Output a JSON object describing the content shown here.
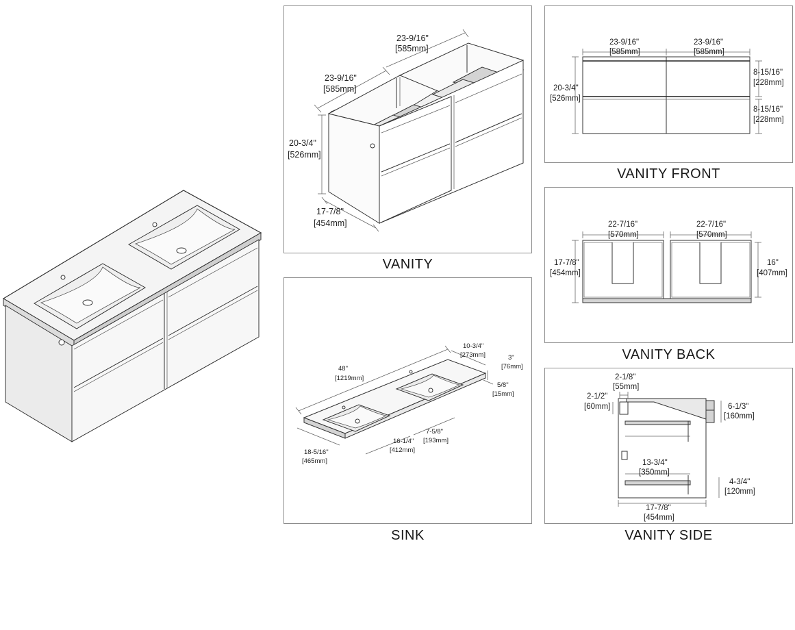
{
  "captions": {
    "vanity": "VANITY",
    "front": "VANITY FRONT",
    "back": "VANITY BACK",
    "sink": "SINK",
    "side": "VANITY SIDE"
  },
  "vanity": {
    "width_in": "23-9/16\"",
    "width_mm": "[585mm]",
    "width2_in": "23-9/16\"",
    "width2_mm": "[585mm]",
    "height_in": "20-3/4\"",
    "height_mm": "[526mm]",
    "depth_in": "17-7/8\"",
    "depth_mm": "[454mm]"
  },
  "front": {
    "w1_in": "23-9/16\"",
    "w1_mm": "[585mm]",
    "w2_in": "23-9/16\"",
    "w2_mm": "[585mm]",
    "h_in": "20-3/4\"",
    "h_mm": "[526mm]",
    "d1_in": "8-15/16\"",
    "d1_mm": "[228mm]",
    "d2_in": "8-15/16\"",
    "d2_mm": "[228mm]"
  },
  "back": {
    "w1_in": "22-7/16\"",
    "w1_mm": "[570mm]",
    "w2_in": "22-7/16\"",
    "w2_mm": "[570mm]",
    "h_in": "17-7/8\"",
    "h_mm": "[454mm]",
    "r_in": "16\"",
    "r_mm": "[407mm]"
  },
  "sink": {
    "len_in": "48\"",
    "len_mm": "[1219mm]",
    "basin_d_in": "10-3/4\"",
    "basin_d_mm": "[273mm]",
    "t_in": "3\"",
    "t_mm": "[76mm]",
    "edge_in": "5/8\"",
    "edge_mm": "[15mm]",
    "depth_in": "18-5/16\"",
    "depth_mm": "[465mm]",
    "basin_w_in": "16-1/4\"",
    "basin_w_mm": "[412mm]",
    "basin_off_in": "7-5/8\"",
    "basin_off_mm": "[193mm]"
  },
  "side": {
    "top_in": "2-1/8\"",
    "top_mm": "[55mm]",
    "left_in": "2-1/2\"",
    "left_mm": "[60mm]",
    "right_in": "6-1/3\"",
    "right_mm": "[160mm]",
    "mid_in": "13-3/4\"",
    "mid_mm": "[350mm]",
    "low_in": "4-3/4\"",
    "low_mm": "[120mm]",
    "bot_in": "17-7/8\"",
    "bot_mm": "[454mm]"
  }
}
